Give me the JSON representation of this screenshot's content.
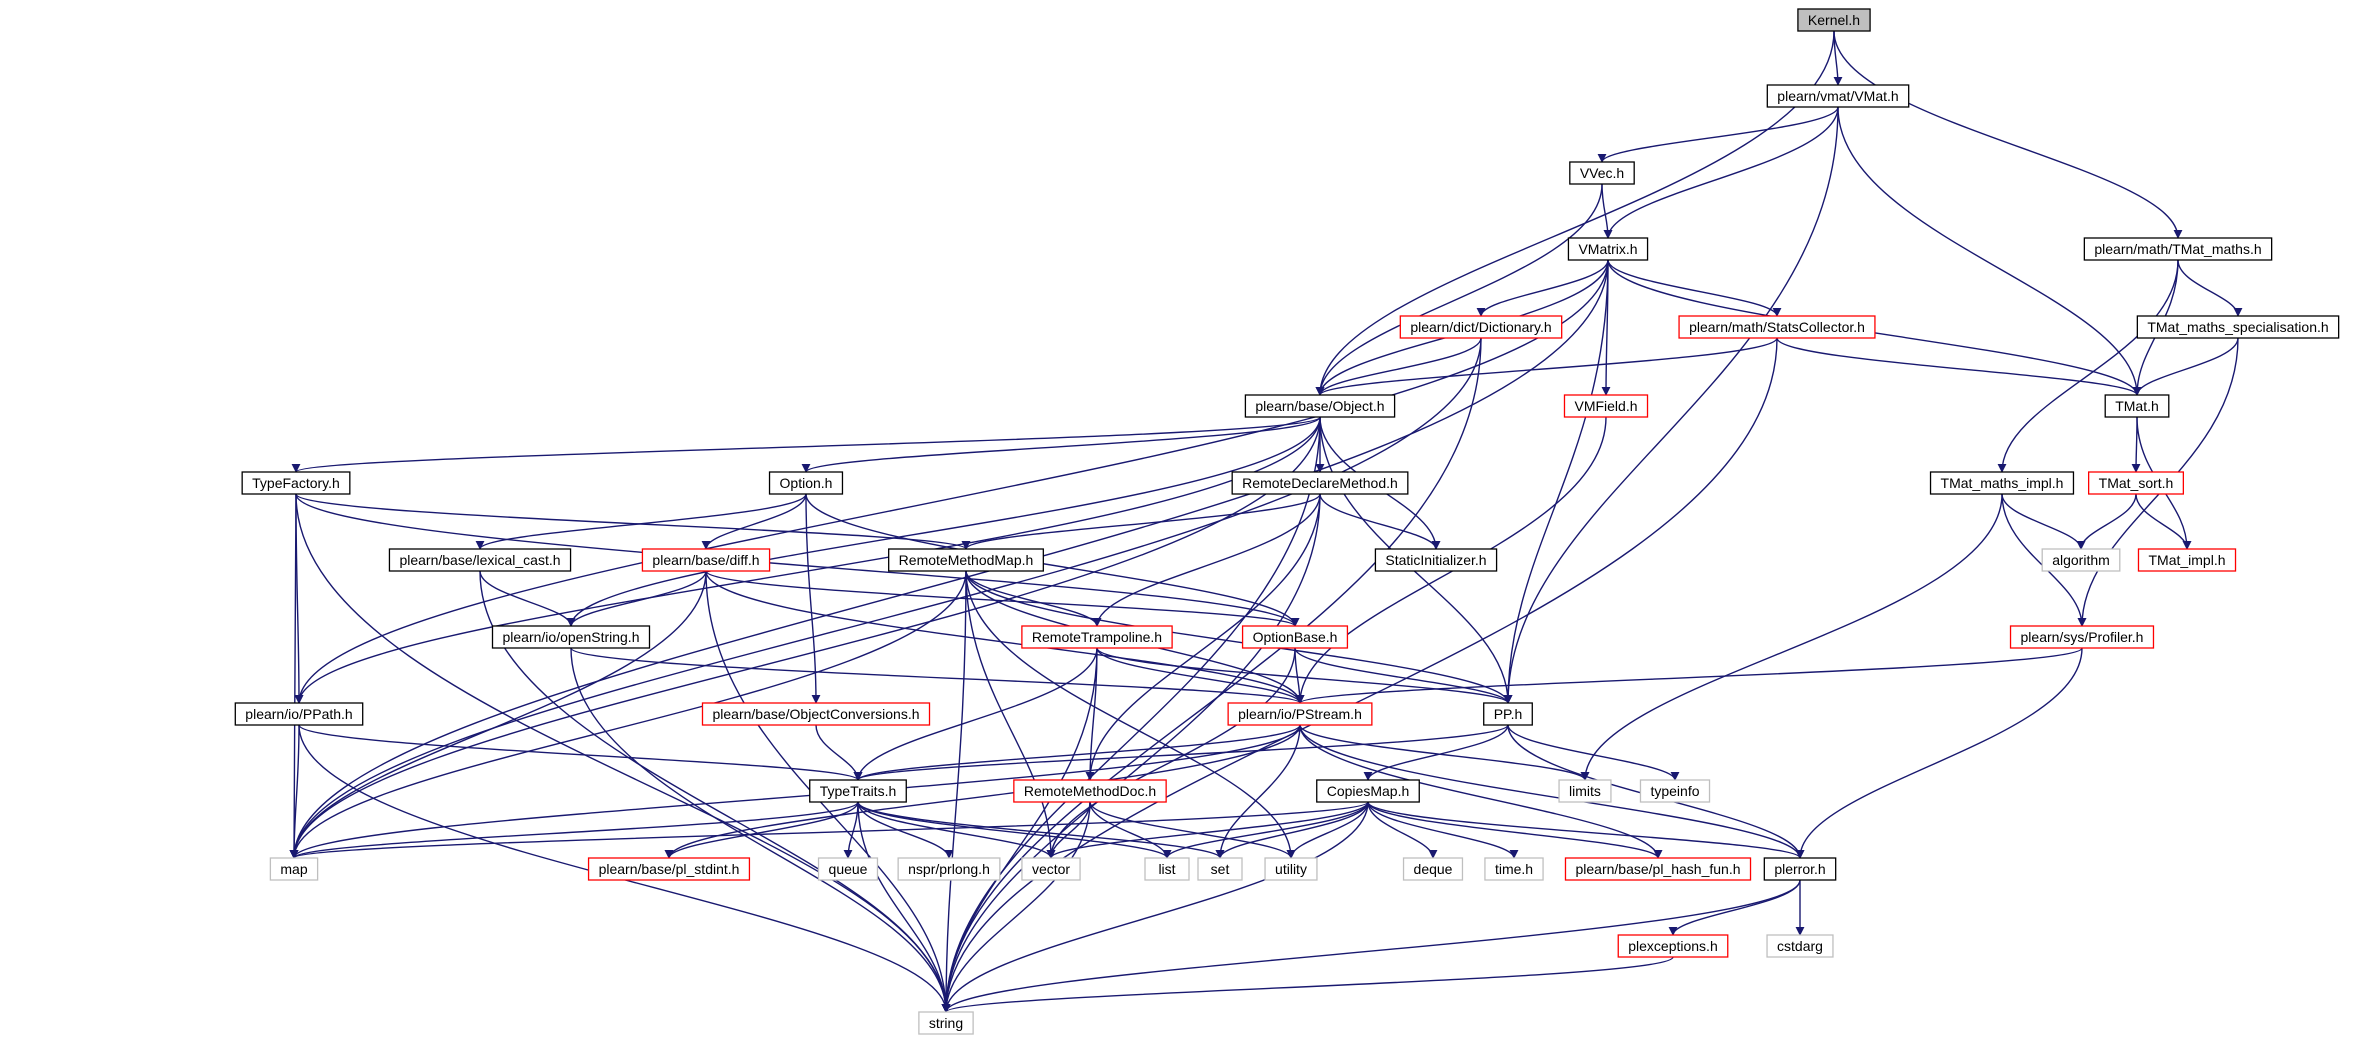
{
  "colors": {
    "edge": "#191970",
    "border_normal": "#000000",
    "border_truncated": "#ff0000",
    "border_external": "#bfbfbf",
    "root_fill": "#bfbfbf",
    "node_fill": "#ffffff"
  },
  "nodes": [
    {
      "id": "kernel",
      "label": "Kernel.h",
      "kind": "root"
    },
    {
      "id": "vmat",
      "label": "plearn/vmat/VMat.h",
      "kind": "normal"
    },
    {
      "id": "vvec",
      "label": "VVec.h",
      "kind": "normal"
    },
    {
      "id": "vmatrix",
      "label": "VMatrix.h",
      "kind": "normal"
    },
    {
      "id": "tmatmaths",
      "label": "plearn/math/TMat_maths.h",
      "kind": "normal"
    },
    {
      "id": "tmatspec",
      "label": "TMat_maths_specialisation.h",
      "kind": "normal"
    },
    {
      "id": "dictionary",
      "label": "plearn/dict/Dictionary.h",
      "kind": "truncated"
    },
    {
      "id": "statscollector",
      "label": "plearn/math/StatsCollector.h",
      "kind": "truncated"
    },
    {
      "id": "object",
      "label": "plearn/base/Object.h",
      "kind": "normal"
    },
    {
      "id": "vmfield",
      "label": "VMField.h",
      "kind": "truncated"
    },
    {
      "id": "tmat",
      "label": "TMat.h",
      "kind": "normal"
    },
    {
      "id": "typefactory",
      "label": "TypeFactory.h",
      "kind": "normal"
    },
    {
      "id": "option",
      "label": "Option.h",
      "kind": "normal"
    },
    {
      "id": "remotedeclare",
      "label": "RemoteDeclareMethod.h",
      "kind": "normal"
    },
    {
      "id": "tmatimplmaths",
      "label": "TMat_maths_impl.h",
      "kind": "normal"
    },
    {
      "id": "tmatsort",
      "label": "TMat_sort.h",
      "kind": "truncated"
    },
    {
      "id": "lexicalcast",
      "label": "plearn/base/lexical_cast.h",
      "kind": "normal"
    },
    {
      "id": "diff",
      "label": "plearn/base/diff.h",
      "kind": "truncated"
    },
    {
      "id": "remotemethodmap",
      "label": "RemoteMethodMap.h",
      "kind": "normal"
    },
    {
      "id": "staticinit",
      "label": "StaticInitializer.h",
      "kind": "normal"
    },
    {
      "id": "algorithm",
      "label": "algorithm",
      "kind": "external"
    },
    {
      "id": "tmatimpl",
      "label": "TMat_impl.h",
      "kind": "truncated"
    },
    {
      "id": "openstring",
      "label": "plearn/io/openString.h",
      "kind": "normal"
    },
    {
      "id": "remotetrampoline",
      "label": "RemoteTrampoline.h",
      "kind": "truncated"
    },
    {
      "id": "optionbase",
      "label": "OptionBase.h",
      "kind": "truncated"
    },
    {
      "id": "profiler",
      "label": "plearn/sys/Profiler.h",
      "kind": "truncated"
    },
    {
      "id": "objconv",
      "label": "plearn/base/ObjectConversions.h",
      "kind": "truncated"
    },
    {
      "id": "ppath",
      "label": "plearn/io/PPath.h",
      "kind": "normal"
    },
    {
      "id": "pstream",
      "label": "plearn/io/PStream.h",
      "kind": "truncated"
    },
    {
      "id": "pp",
      "label": "PP.h",
      "kind": "normal"
    },
    {
      "id": "typetraits",
      "label": "TypeTraits.h",
      "kind": "normal"
    },
    {
      "id": "remotemethoddoc",
      "label": "RemoteMethodDoc.h",
      "kind": "truncated"
    },
    {
      "id": "copiesmap",
      "label": "CopiesMap.h",
      "kind": "normal"
    },
    {
      "id": "limits",
      "label": "limits",
      "kind": "external"
    },
    {
      "id": "typeinfo",
      "label": "typeinfo",
      "kind": "external"
    },
    {
      "id": "map",
      "label": "map",
      "kind": "external"
    },
    {
      "id": "plstdint",
      "label": "plearn/base/pl_stdint.h",
      "kind": "truncated"
    },
    {
      "id": "queue",
      "label": "queue",
      "kind": "external"
    },
    {
      "id": "prlong",
      "label": "nspr/prlong.h",
      "kind": "external"
    },
    {
      "id": "vector",
      "label": "vector",
      "kind": "external"
    },
    {
      "id": "list",
      "label": "list",
      "kind": "external"
    },
    {
      "id": "set",
      "label": "set",
      "kind": "external"
    },
    {
      "id": "utility",
      "label": "utility",
      "kind": "external"
    },
    {
      "id": "deque",
      "label": "deque",
      "kind": "external"
    },
    {
      "id": "timeh",
      "label": "time.h",
      "kind": "external"
    },
    {
      "id": "plhashfun",
      "label": "plearn/base/pl_hash_fun.h",
      "kind": "truncated"
    },
    {
      "id": "plerror",
      "label": "plerror.h",
      "kind": "normal"
    },
    {
      "id": "cstdarg",
      "label": "cstdarg",
      "kind": "external"
    },
    {
      "id": "plexceptions",
      "label": "plexceptions.h",
      "kind": "truncated"
    },
    {
      "id": "string",
      "label": "string",
      "kind": "external"
    }
  ],
  "edges": [
    [
      "kernel",
      "vmat"
    ],
    [
      "kernel",
      "object"
    ],
    [
      "kernel",
      "tmatmaths"
    ],
    [
      "vmat",
      "vvec"
    ],
    [
      "vmat",
      "vmatrix"
    ],
    [
      "vmat",
      "tmat"
    ],
    [
      "vmat",
      "pp"
    ],
    [
      "vvec",
      "vmatrix"
    ],
    [
      "vvec",
      "object"
    ],
    [
      "vmatrix",
      "object"
    ],
    [
      "vmatrix",
      "dictionary"
    ],
    [
      "vmatrix",
      "statscollector"
    ],
    [
      "vmatrix",
      "vmfield"
    ],
    [
      "vmatrix",
      "tmat"
    ],
    [
      "vmatrix",
      "map"
    ],
    [
      "vmatrix",
      "ppath"
    ],
    [
      "vmatrix",
      "pp"
    ],
    [
      "tmatmaths",
      "tmat"
    ],
    [
      "tmatmaths",
      "tmatspec"
    ],
    [
      "tmatmaths",
      "tmatimplmaths"
    ],
    [
      "tmatspec",
      "tmat"
    ],
    [
      "tmatspec",
      "profiler"
    ],
    [
      "dictionary",
      "object"
    ],
    [
      "dictionary",
      "string"
    ],
    [
      "dictionary",
      "map"
    ],
    [
      "statscollector",
      "object"
    ],
    [
      "statscollector",
      "tmat"
    ],
    [
      "statscollector",
      "string"
    ],
    [
      "object",
      "typefactory"
    ],
    [
      "object",
      "option"
    ],
    [
      "object",
      "remotedeclare"
    ],
    [
      "object",
      "staticinit"
    ],
    [
      "object",
      "pp"
    ],
    [
      "object",
      "openstring"
    ],
    [
      "object",
      "ppath"
    ],
    [
      "object",
      "map"
    ],
    [
      "object",
      "string"
    ],
    [
      "vmfield",
      "pstream"
    ],
    [
      "tmat",
      "tmatsort"
    ],
    [
      "tmat",
      "tmatimpl"
    ],
    [
      "typefactory",
      "remotemethodmap"
    ],
    [
      "typefactory",
      "optionbase"
    ],
    [
      "typefactory",
      "ppath"
    ],
    [
      "typefactory",
      "map"
    ],
    [
      "typefactory",
      "string"
    ],
    [
      "option",
      "lexicalcast"
    ],
    [
      "option",
      "diff"
    ],
    [
      "option",
      "optionbase"
    ],
    [
      "option",
      "objconv"
    ],
    [
      "remotedeclare",
      "remotemethodmap"
    ],
    [
      "remotedeclare",
      "staticinit"
    ],
    [
      "remotedeclare",
      "remotetrampoline"
    ],
    [
      "remotedeclare",
      "remotemethoddoc"
    ],
    [
      "remotedeclare",
      "string"
    ],
    [
      "tmatimplmaths",
      "algorithm"
    ],
    [
      "tmatimplmaths",
      "profiler"
    ],
    [
      "tmatimplmaths",
      "limits"
    ],
    [
      "tmatsort",
      "algorithm"
    ],
    [
      "tmatsort",
      "tmatimpl"
    ],
    [
      "lexicalcast",
      "openstring"
    ],
    [
      "lexicalcast",
      "string"
    ],
    [
      "diff",
      "openstring"
    ],
    [
      "diff",
      "optionbase"
    ],
    [
      "diff",
      "pstream"
    ],
    [
      "diff",
      "map"
    ],
    [
      "diff",
      "string"
    ],
    [
      "remotemethodmap",
      "remotetrampoline"
    ],
    [
      "remotemethodmap",
      "pstream"
    ],
    [
      "remotemethodmap",
      "pp"
    ],
    [
      "remotemethodmap",
      "map"
    ],
    [
      "remotemethodmap",
      "string"
    ],
    [
      "remotemethodmap",
      "vector"
    ],
    [
      "remotemethodmap",
      "utility"
    ],
    [
      "openstring",
      "pstream"
    ],
    [
      "openstring",
      "string"
    ],
    [
      "remotetrampoline",
      "pstream"
    ],
    [
      "remotetrampoline",
      "typetraits"
    ],
    [
      "remotetrampoline",
      "remotemethoddoc"
    ],
    [
      "remotetrampoline",
      "pp"
    ],
    [
      "remotetrampoline",
      "string"
    ],
    [
      "optionbase",
      "pstream"
    ],
    [
      "optionbase",
      "pp"
    ],
    [
      "optionbase",
      "vector"
    ],
    [
      "profiler",
      "pstream"
    ],
    [
      "profiler",
      "plerror"
    ],
    [
      "objconv",
      "typetraits"
    ],
    [
      "ppath",
      "typetraits"
    ],
    [
      "ppath",
      "map"
    ],
    [
      "ppath",
      "string"
    ],
    [
      "pstream",
      "typetraits"
    ],
    [
      "pstream",
      "map"
    ],
    [
      "pstream",
      "plstdint"
    ],
    [
      "pstream",
      "limits"
    ],
    [
      "pstream",
      "set"
    ],
    [
      "pstream",
      "plerror"
    ],
    [
      "pstream",
      "plhashfun"
    ],
    [
      "pp",
      "copiesmap"
    ],
    [
      "pp",
      "typetraits"
    ],
    [
      "pp",
      "plerror"
    ],
    [
      "pp",
      "typeinfo"
    ],
    [
      "typetraits",
      "map"
    ],
    [
      "typetraits",
      "plstdint"
    ],
    [
      "typetraits",
      "queue"
    ],
    [
      "typetraits",
      "prlong"
    ],
    [
      "typetraits",
      "vector"
    ],
    [
      "typetraits",
      "list"
    ],
    [
      "typetraits",
      "set"
    ],
    [
      "typetraits",
      "string"
    ],
    [
      "remotemethoddoc",
      "vector"
    ],
    [
      "remotemethoddoc",
      "list"
    ],
    [
      "remotemethoddoc",
      "utility"
    ],
    [
      "remotemethoddoc",
      "string"
    ],
    [
      "copiesmap",
      "map"
    ],
    [
      "copiesmap",
      "vector"
    ],
    [
      "copiesmap",
      "list"
    ],
    [
      "copiesmap",
      "set"
    ],
    [
      "copiesmap",
      "utility"
    ],
    [
      "copiesmap",
      "deque"
    ],
    [
      "copiesmap",
      "timeh"
    ],
    [
      "copiesmap",
      "plhashfun"
    ],
    [
      "copiesmap",
      "plerror"
    ],
    [
      "copiesmap",
      "string"
    ],
    [
      "plerror",
      "cstdarg"
    ],
    [
      "plerror",
      "plexceptions"
    ],
    [
      "plerror",
      "string"
    ],
    [
      "plexceptions",
      "string"
    ]
  ]
}
